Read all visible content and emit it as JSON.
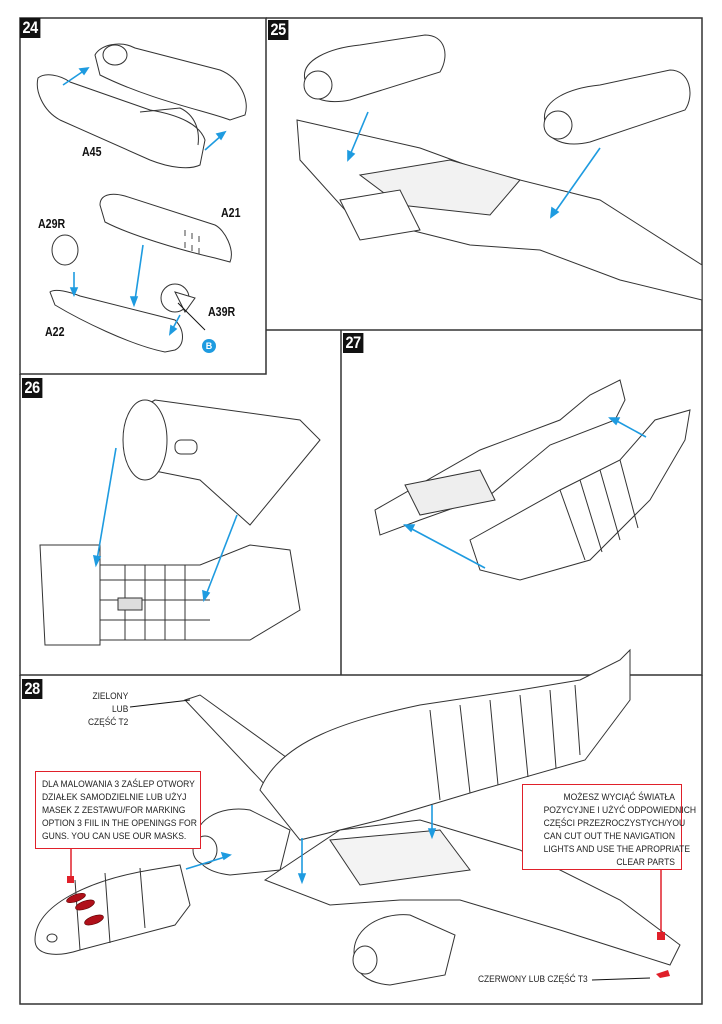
{
  "document": {
    "type": "model kit assembly instructions",
    "accent_colors": {
      "arrow": "#1e9be0",
      "note_border": "#e0202a",
      "paint_red": "#b0101a"
    }
  },
  "steps": [
    {
      "number": "24",
      "parts": [
        "A45",
        "A21",
        "A29R",
        "A22",
        "A39R"
      ],
      "reference_marker": "B"
    },
    {
      "number": "25",
      "parts": []
    },
    {
      "number": "26",
      "parts": []
    },
    {
      "number": "27",
      "parts": []
    },
    {
      "number": "28",
      "callouts": {
        "green": [
          "ZIELONY",
          "LUB",
          "CZĘŚĆ T2"
        ],
        "red": "CZERWONY LUB CZĘŚĆ T3"
      },
      "notes": {
        "guns": [
          "DLA MALOWANIA 3 ZAŚLEP OTWORY",
          "DZIAŁEK SAMODZIELNIE LUB UŻYJ",
          "MASEK Z ZESTAWU/FOR MARKING",
          "OPTION 3 FIIL IN THE OPENINGS FOR",
          "GUNS. YOU CAN USE OUR MASKS."
        ],
        "lights": [
          "MOŻESZ WYCIĄĆ ŚWIATŁA",
          "POZYCYJNE I UŻYĆ ODPOWIEDNICH",
          "CZĘŚCI PRZEZROCZYSTYCH/YOU",
          "CAN CUT OUT THE NAVIGATION",
          "LIGHTS AND USE THE APROPRIATE",
          "CLEAR PARTS"
        ]
      }
    }
  ]
}
